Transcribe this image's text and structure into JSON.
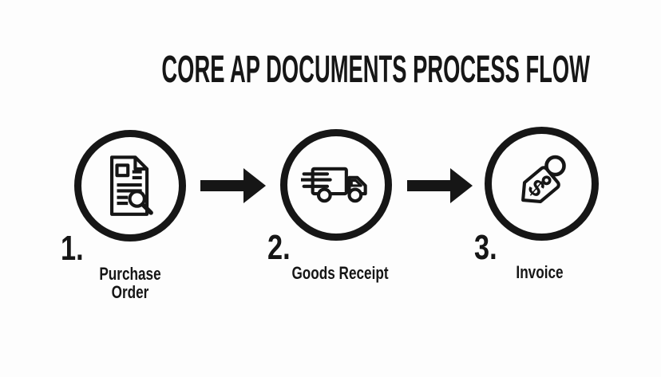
{
  "title": "CORE AP DOCUMENTS PROCESS FLOW",
  "colors": {
    "ink": "#161616",
    "background": "#fdfdfd"
  },
  "steps": [
    {
      "number": "1.",
      "label": "Purchase\nOrder",
      "icon": "document-search-icon"
    },
    {
      "number": "2.",
      "label": "Goods Receipt",
      "icon": "delivery-truck-icon"
    },
    {
      "number": "3.",
      "label": "Invoice",
      "icon": "price-tag-icon",
      "tag_symbol": "$"
    }
  ],
  "connectors": [
    {
      "type": "arrow-right"
    },
    {
      "type": "arrow-right"
    }
  ]
}
